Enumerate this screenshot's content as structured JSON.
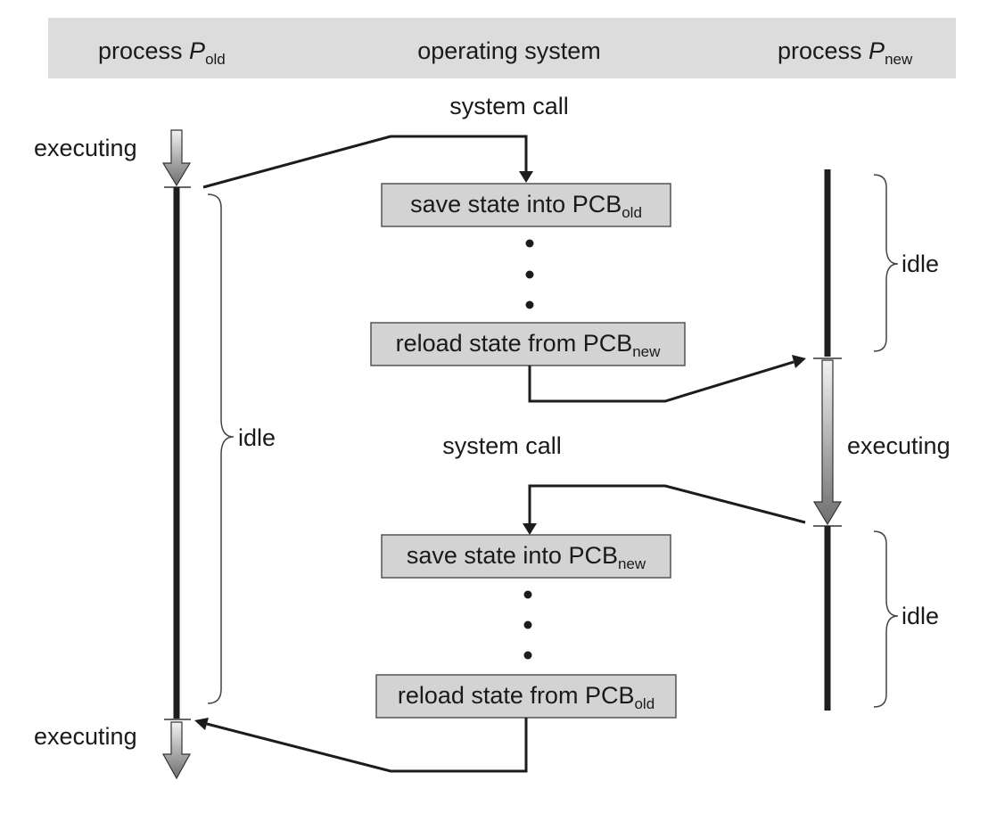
{
  "header": {
    "left_label": "process ",
    "left_var": "P",
    "left_sub": "old",
    "center_label": "operating system",
    "right_label": "process ",
    "right_var": "P",
    "right_sub": "new"
  },
  "labels": {
    "system_call_top": "system call",
    "system_call_mid": "system call",
    "executing_top_left": "executing",
    "executing_right": "executing",
    "executing_bottom_left": "executing",
    "idle_left": "idle",
    "idle_right_top": "idle",
    "idle_right_bottom": "idle"
  },
  "boxes": {
    "save_old": {
      "text": "save state into PCB",
      "sub": "old"
    },
    "reload_new": {
      "text": "reload state from PCB",
      "sub": "new"
    },
    "save_new": {
      "text": "save state into PCB",
      "sub": "new"
    },
    "reload_old": {
      "text": "reload state from PCB",
      "sub": "old"
    }
  },
  "colors": {
    "header_background": "#dcdcdc",
    "box_fill": "#d3d3d3",
    "line": "#1c1c1c"
  }
}
